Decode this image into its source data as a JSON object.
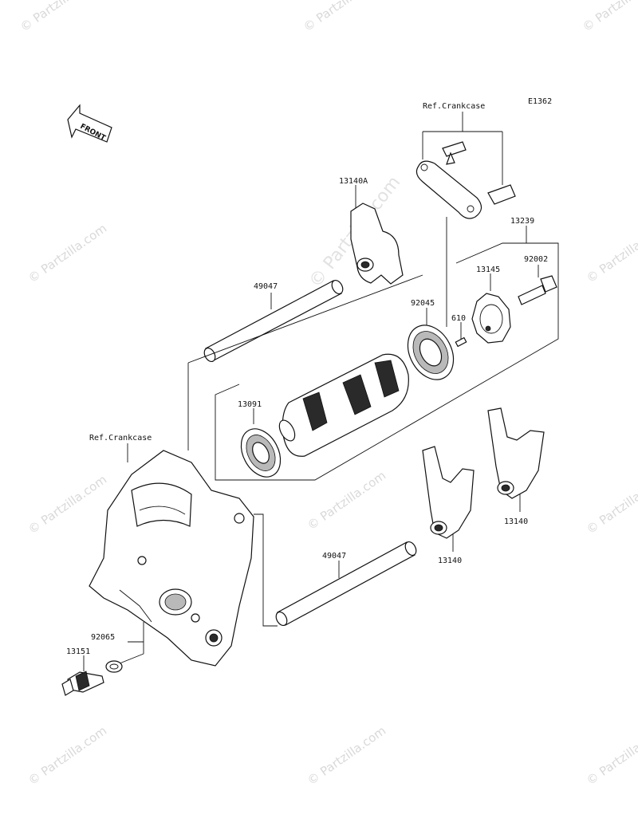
{
  "diagram": {
    "id": "E1362",
    "front_label": "FRONT",
    "watermark": "© Partzilla.com",
    "watermark_center": "© Partzilla.com",
    "labels": {
      "ref_crankcase_top": "Ref.Crankcase",
      "ref_crankcase_left": "Ref.Crankcase",
      "p13140A": "13140A",
      "p13239": "13239",
      "p92002": "92002",
      "p13145": "13145",
      "p49047_top": "49047",
      "p92045": "92045",
      "p610": "610",
      "p13091": "13091",
      "p13140_left": "13140",
      "p13140_right": "13140",
      "p49047_bottom": "49047",
      "p92065": "92065",
      "p13151": "13151"
    }
  }
}
